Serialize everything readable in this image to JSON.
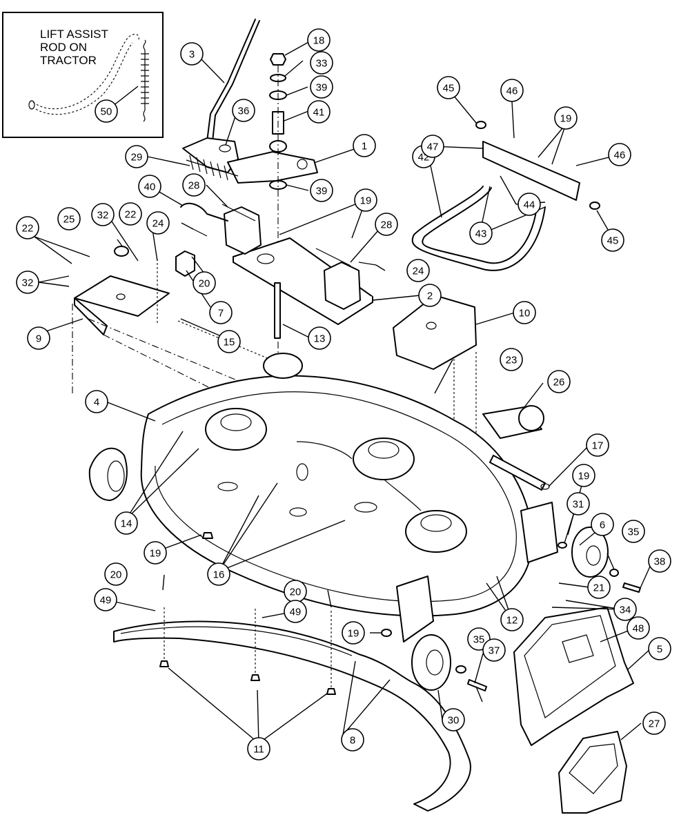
{
  "inset": {
    "title_lines": [
      "LIFT ASSIST",
      "ROD ON",
      "TRACTOR"
    ]
  },
  "callouts": [
    {
      "num": "1",
      "name": "balloon-1"
    },
    {
      "num": "2",
      "name": "balloon-2"
    },
    {
      "num": "3",
      "name": "balloon-3"
    },
    {
      "num": "4",
      "name": "balloon-4"
    },
    {
      "num": "5",
      "name": "balloon-5"
    },
    {
      "num": "6",
      "name": "balloon-6"
    },
    {
      "num": "7",
      "name": "balloon-7"
    },
    {
      "num": "8",
      "name": "balloon-8"
    },
    {
      "num": "9",
      "name": "balloon-9"
    },
    {
      "num": "10",
      "name": "balloon-10"
    },
    {
      "num": "11",
      "name": "balloon-11"
    },
    {
      "num": "12",
      "name": "balloon-12"
    },
    {
      "num": "13",
      "name": "balloon-13"
    },
    {
      "num": "14",
      "name": "balloon-14"
    },
    {
      "num": "15",
      "name": "balloon-15"
    },
    {
      "num": "16",
      "name": "balloon-16"
    },
    {
      "num": "17",
      "name": "balloon-17"
    },
    {
      "num": "18",
      "name": "balloon-18"
    },
    {
      "num": "19",
      "name": "balloon-19-top-right"
    },
    {
      "num": "19",
      "name": "balloon-19-plate"
    },
    {
      "num": "19",
      "name": "balloon-19-deck-right"
    },
    {
      "num": "19",
      "name": "balloon-19-deck-bottom"
    },
    {
      "num": "19",
      "name": "balloon-19-front"
    },
    {
      "num": "20",
      "name": "balloon-20-bracket"
    },
    {
      "num": "20",
      "name": "balloon-20-baffle-left"
    },
    {
      "num": "20",
      "name": "balloon-20-baffle-mid"
    },
    {
      "num": "21",
      "name": "balloon-21"
    },
    {
      "num": "22",
      "name": "balloon-22-left"
    },
    {
      "num": "22",
      "name": "balloon-22-mid"
    },
    {
      "num": "23",
      "name": "balloon-23"
    },
    {
      "num": "24",
      "name": "balloon-24-left"
    },
    {
      "num": "24",
      "name": "balloon-24-right"
    },
    {
      "num": "25",
      "name": "balloon-25"
    },
    {
      "num": "26",
      "name": "balloon-26"
    },
    {
      "num": "27",
      "name": "balloon-27"
    },
    {
      "num": "28",
      "name": "balloon-28-left"
    },
    {
      "num": "28",
      "name": "balloon-28-right"
    },
    {
      "num": "29",
      "name": "balloon-29"
    },
    {
      "num": "30",
      "name": "balloon-30"
    },
    {
      "num": "31",
      "name": "balloon-31"
    },
    {
      "num": "32",
      "name": "balloon-32-top"
    },
    {
      "num": "32",
      "name": "balloon-32-left"
    },
    {
      "num": "33",
      "name": "balloon-33"
    },
    {
      "num": "34",
      "name": "balloon-34"
    },
    {
      "num": "35",
      "name": "balloon-35-right"
    },
    {
      "num": "35",
      "name": "balloon-35-front"
    },
    {
      "num": "36",
      "name": "balloon-36"
    },
    {
      "num": "37",
      "name": "balloon-37"
    },
    {
      "num": "38",
      "name": "balloon-38"
    },
    {
      "num": "39",
      "name": "balloon-39-top"
    },
    {
      "num": "39",
      "name": "balloon-39-lower"
    },
    {
      "num": "40",
      "name": "balloon-40"
    },
    {
      "num": "41",
      "name": "balloon-41"
    },
    {
      "num": "42",
      "name": "balloon-42"
    },
    {
      "num": "43",
      "name": "balloon-43"
    },
    {
      "num": "44",
      "name": "balloon-44"
    },
    {
      "num": "45",
      "name": "balloon-45-left"
    },
    {
      "num": "45",
      "name": "balloon-45-right"
    },
    {
      "num": "46",
      "name": "balloon-46-left"
    },
    {
      "num": "46",
      "name": "balloon-46-right"
    },
    {
      "num": "47",
      "name": "balloon-47"
    },
    {
      "num": "48",
      "name": "balloon-48"
    },
    {
      "num": "49",
      "name": "balloon-49-left"
    },
    {
      "num": "49",
      "name": "balloon-49-mid"
    },
    {
      "num": "50",
      "name": "balloon-50"
    }
  ]
}
